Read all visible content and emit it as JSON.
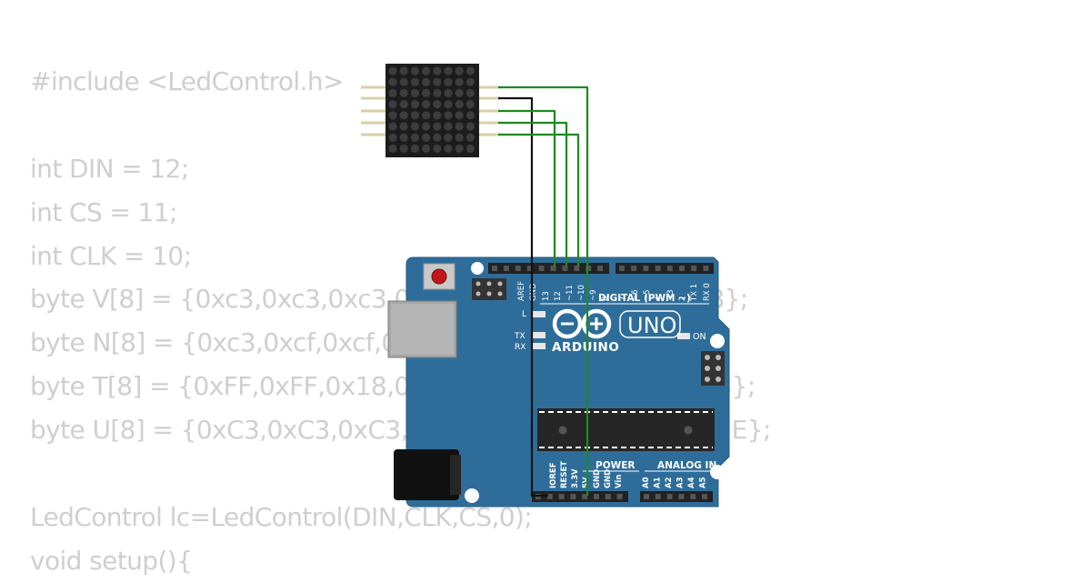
{
  "code_lines": [
    "#include <LedControl.h>",
    "",
    "int DIN = 12;",
    "int CS = 11;",
    "int CLK = 10;",
    "byte V[8] = {0xc3,0xc3,0xc3,0xc3,0xc3,0x66,0x3c,0x18};",
    "byte N[8] = {0xc3,0xcf,0xcf,0xdb,0xdb,0xf3,0xf3,0xc3};",
    "byte T[8] = {0xFF,0xFF,0x18,0x18,0x18,0x18,0x18,0x18};",
    "byte U[8] = {0xC3,0xC3,0xC3,0xC3,0xC3,0xC3,0xFF,0x7E};",
    "",
    "LedControl lc=LedControl(DIN,CLK,CS,0);",
    "void setup(){"
  ],
  "board": {
    "logo": "UNO",
    "brand": "ARDUINO",
    "digital_label": "DIGITAL (PWM ~)",
    "power_label": "POWER",
    "analog_label": "ANALOG IN",
    "on_label": "ON",
    "led_l": "L",
    "led_tx": "TX",
    "led_rx": "RX",
    "digital_pins": [
      "AREF",
      "GND",
      "13",
      "12",
      "~11",
      "~10",
      "~9",
      "8",
      "7",
      "~6",
      "~5",
      "4",
      "~3",
      "2",
      "TX 1",
      "RX 0"
    ],
    "power_pins": [
      "IOREF",
      "RESET",
      "3.3V",
      "5V",
      "GND",
      "GND",
      "Vin"
    ],
    "analog_pins": [
      "A0",
      "A1",
      "A2",
      "A3",
      "A4",
      "A5"
    ]
  },
  "colors": {
    "board": "#2e6d9a",
    "wire_signal": "#1d8a1d",
    "wire_ground": "#111111",
    "code_text": "#cfcfcf",
    "matrix": "#1c1c1c",
    "led_off": "#3d3d3d",
    "reset_button": "#c0161b"
  }
}
